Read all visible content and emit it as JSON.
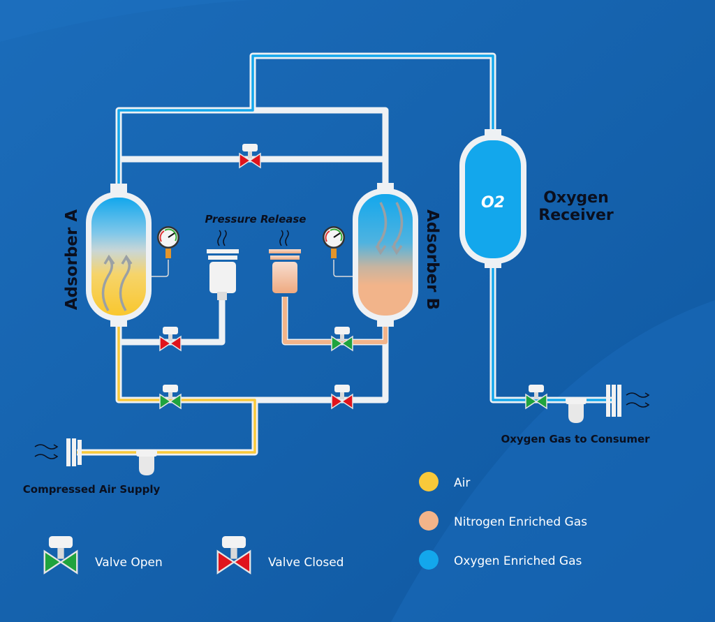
{
  "labels": {
    "adsorber_a": "Adsorber A",
    "adsorber_b": "Adsorber B",
    "pressure_release": "Pressure Release",
    "receiver_symbol": "O2",
    "receiver_line1": "Oxygen",
    "receiver_line2": "Receiver",
    "consumer": "Oxygen Gas to Consumer",
    "air_supply": "Compressed Air Supply"
  },
  "legend": {
    "gases": [
      {
        "label": "Air",
        "color": "#f9c93a"
      },
      {
        "label": "Nitrogen Enriched Gas",
        "color": "#f2b48a"
      },
      {
        "label": "Oxygen Enriched Gas",
        "color": "#13a7ec"
      }
    ],
    "valves": [
      {
        "label": "Valve Open",
        "color": "#1fa33d",
        "state": "open"
      },
      {
        "label": "Valve Closed",
        "color": "#e0141c",
        "state": "closed"
      }
    ]
  },
  "colors": {
    "background": "#1763ad",
    "pipe": "#eef1f4",
    "air": "#f9c93a",
    "nitrogen": "#f2b48a",
    "oxygen": "#13a7ec",
    "valve_open": "#1fa33d",
    "valve_closed": "#e0141c"
  },
  "valves": [
    {
      "id": "crossover-top",
      "state": "closed"
    },
    {
      "id": "vent-a",
      "state": "closed"
    },
    {
      "id": "vent-b",
      "state": "open"
    },
    {
      "id": "feed-a",
      "state": "open"
    },
    {
      "id": "feed-b",
      "state": "closed"
    },
    {
      "id": "product-outlet",
      "state": "open"
    }
  ]
}
